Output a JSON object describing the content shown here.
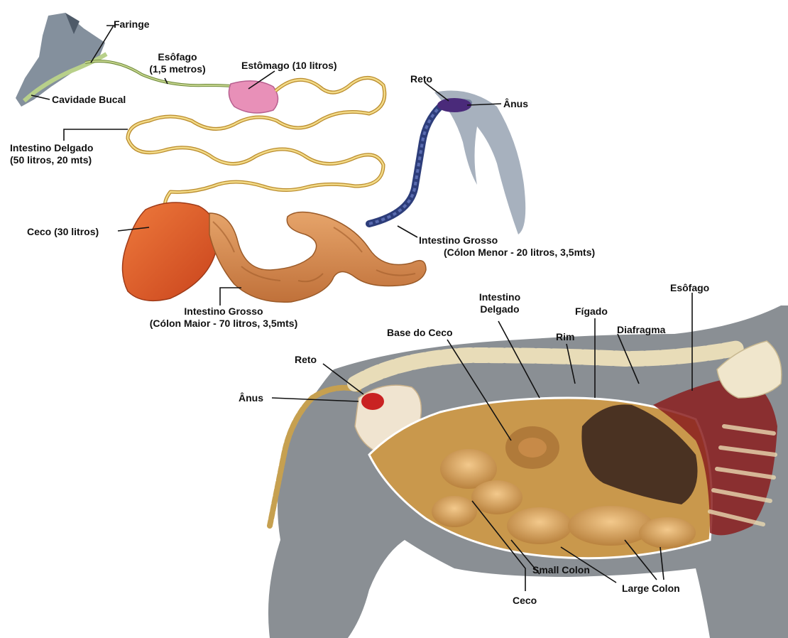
{
  "upper_diagram": {
    "faringe": "Faringe",
    "esofago_line1": "Esôfago",
    "esofago_line2": "(1,5 metros)",
    "estomago": "Estômago (10 litros)",
    "cavidade_bucal": "Cavidade Bucal",
    "intestino_delgado_line1": "Intestino Delgado",
    "intestino_delgado_line2": "(50 litros, 20 mts)",
    "ceco": "Ceco (30 litros)",
    "reto": "Reto",
    "anus": "Ânus",
    "intestino_grosso_menor_line1": "Intestino Grosso",
    "intestino_grosso_menor_line2": "(Cólon Menor - 20 litros, 3,5mts)",
    "intestino_grosso_maior_line1": "Intestino Grosso",
    "intestino_grosso_maior_line2": "(Cólon Maior - 70 litros, 3,5mts)"
  },
  "lower_diagram": {
    "intestino_delgado_line1": "Intestino",
    "intestino_delgado_line2": "Delgado",
    "base_do_ceco": "Base do Ceco",
    "figado": "Fígado",
    "rim": "Rim",
    "diafragma": "Diafragma",
    "esofago": "Esôfago",
    "reto": "Reto",
    "anus": "Ânus",
    "small_colon": "Small Colon",
    "large_colon": "Large Colon",
    "ceco": "Ceco"
  }
}
